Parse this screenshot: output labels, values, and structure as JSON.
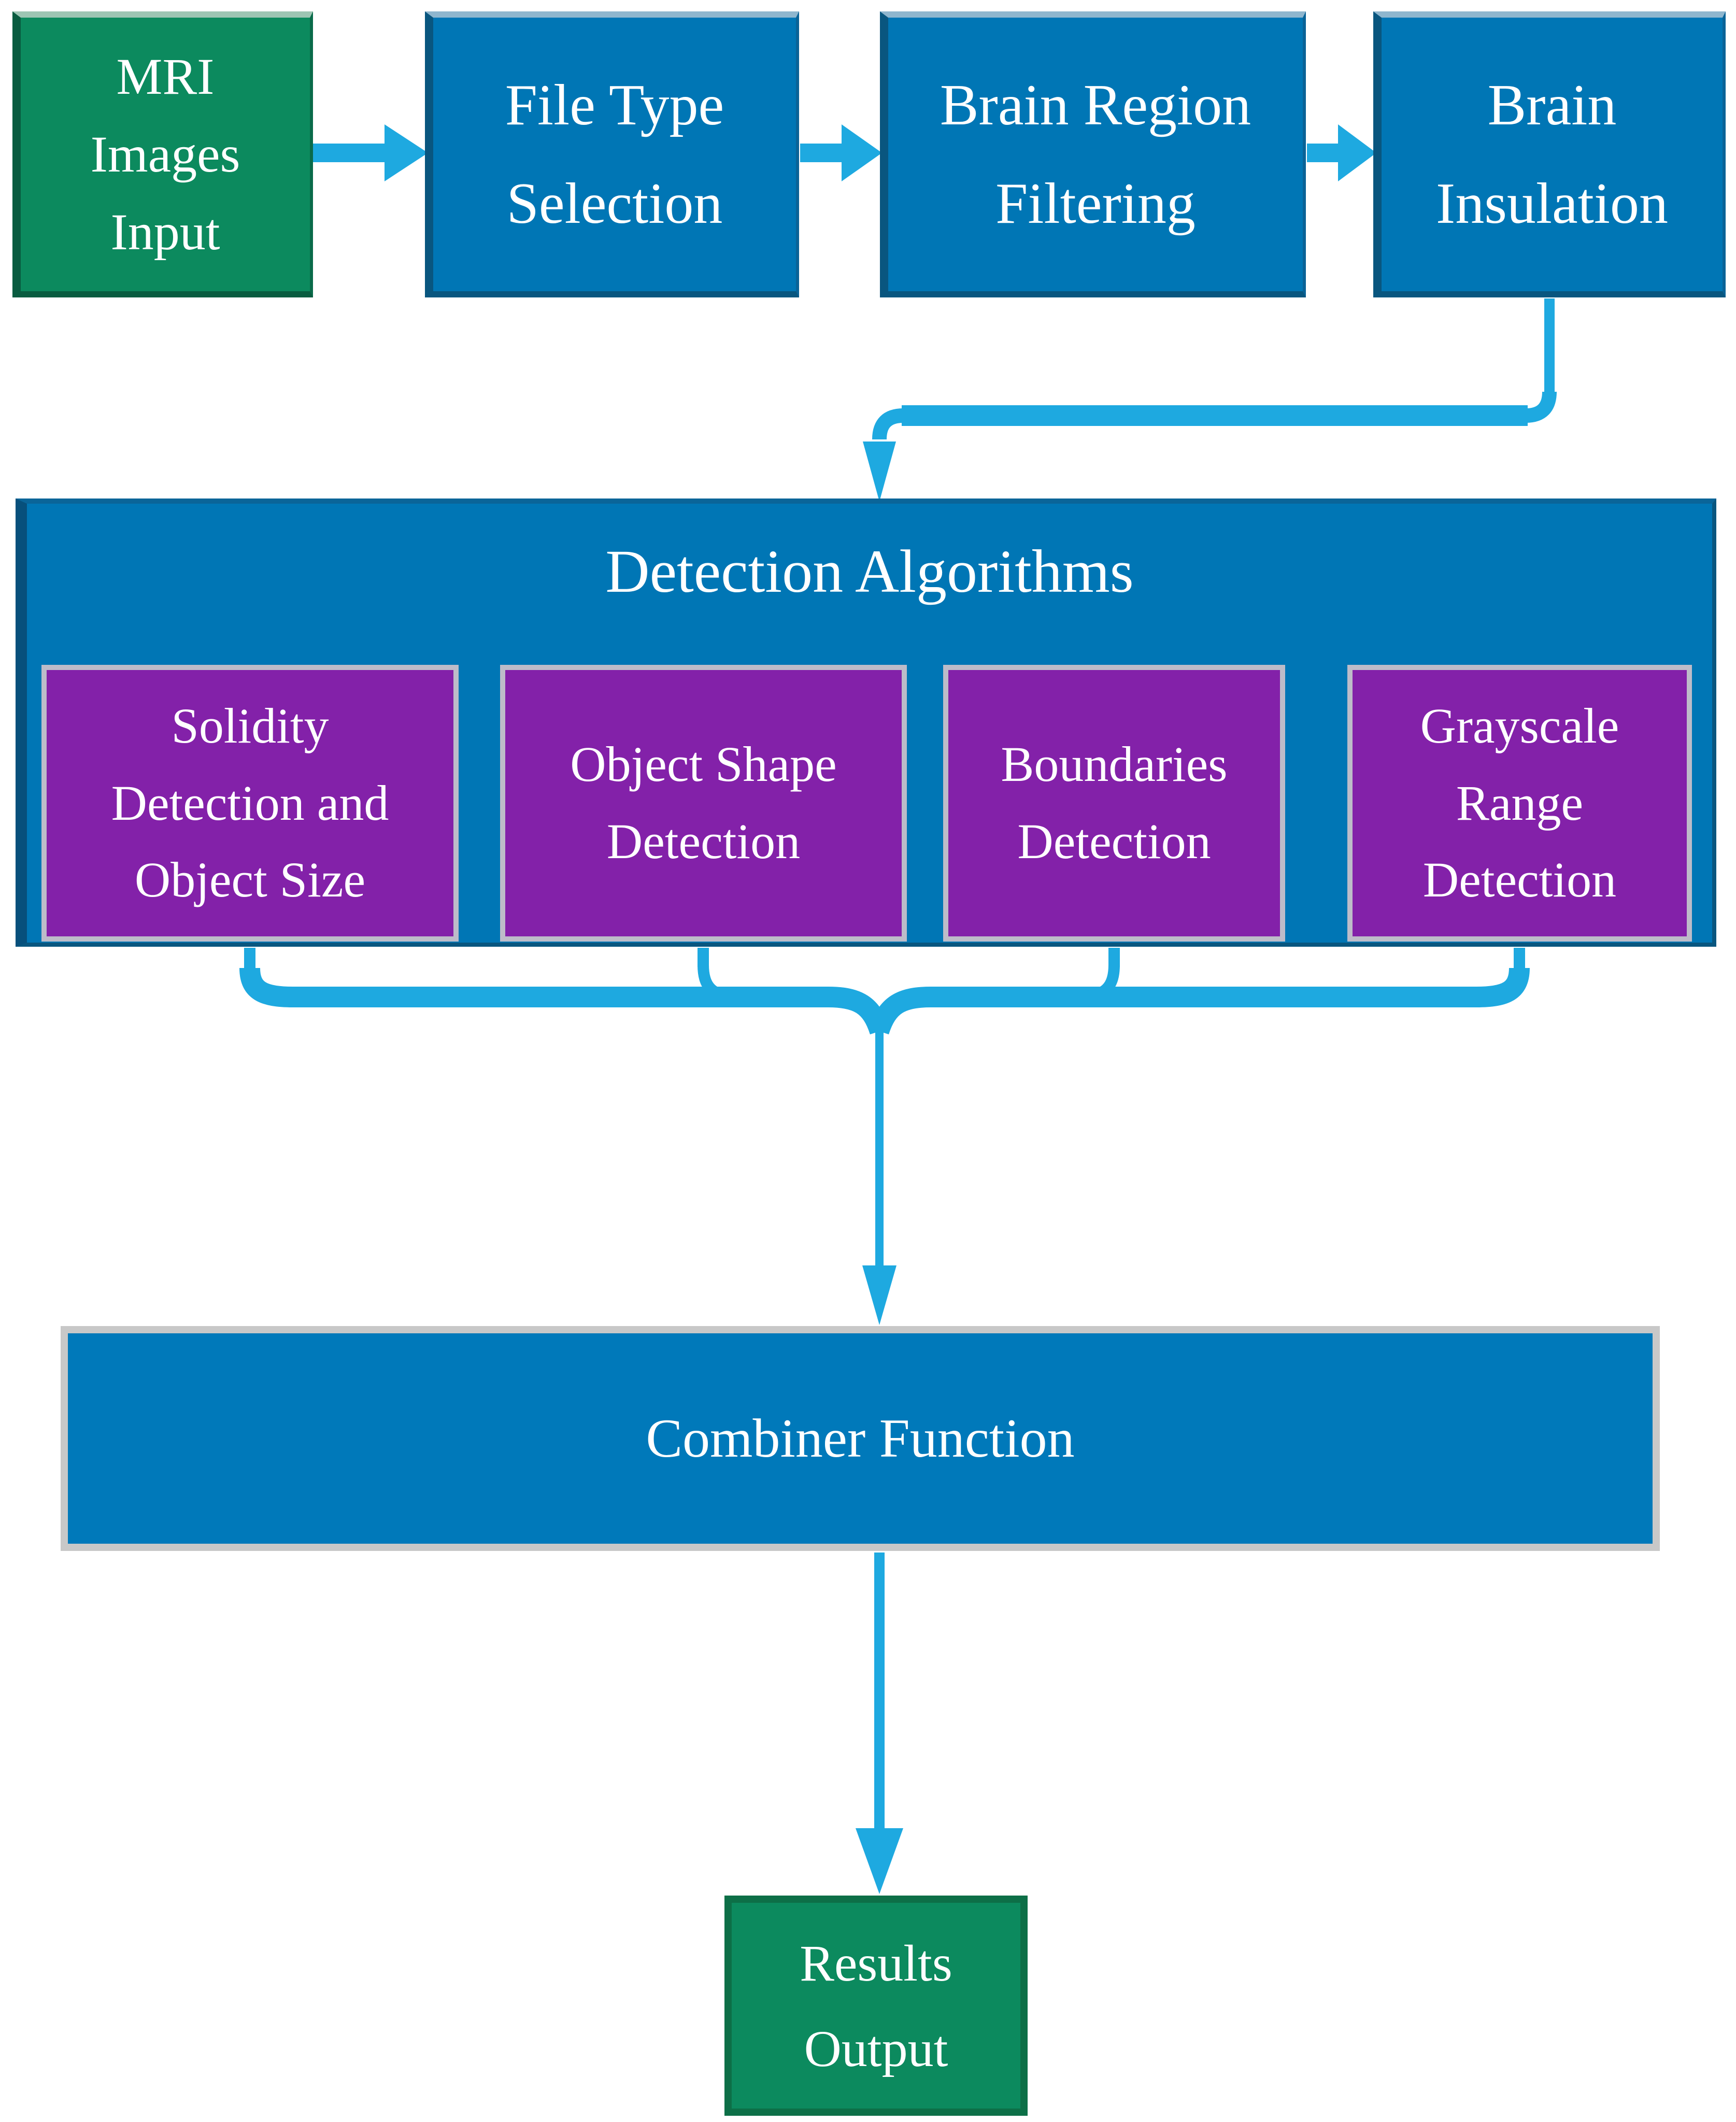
{
  "diagram": {
    "type": "flowchart",
    "background": "#ffffff",
    "colors": {
      "arrow": "#1ea9e0",
      "input_output_fill": "#0c8a5e",
      "process_fill": "#0076b5",
      "algorithm_fill": "#8321a9",
      "container_fill": "#0076b5",
      "text": "#ffffff",
      "algorithm_border": "#bdbcc9",
      "combiner_border": "#c8c8c8"
    },
    "nodes": {
      "mri_input": {
        "label": "MRI\nImages\nInput",
        "type": "input",
        "color": "green"
      },
      "file_type": {
        "label": "File Type\nSelection",
        "type": "process",
        "color": "blue"
      },
      "brain_region": {
        "label": "Brain Region\nFiltering",
        "type": "process",
        "color": "blue"
      },
      "brain_insulation": {
        "label": "Brain\nInsulation",
        "type": "process",
        "color": "blue"
      },
      "detection_container": {
        "label": "Detection Algorithms",
        "type": "container",
        "color": "blue"
      },
      "combiner": {
        "label": "Combiner Function",
        "type": "process",
        "color": "blue"
      },
      "results_output": {
        "label": "Results\nOutput",
        "type": "output",
        "color": "green"
      }
    },
    "algorithms": {
      "items": [
        {
          "label": "Solidity\nDetection and\nObject Size"
        },
        {
          "label": "Object Shape\nDetection"
        },
        {
          "label": "Boundaries\nDetection"
        },
        {
          "label": "Grayscale\nRange\nDetection"
        }
      ]
    },
    "edges": [
      {
        "from": "MRI Images Input",
        "to": "File Type Selection"
      },
      {
        "from": "File Type Selection",
        "to": "Brain Region Filtering"
      },
      {
        "from": "Brain Region Filtering",
        "to": "Brain Insulation"
      },
      {
        "from": "Brain Insulation",
        "to": "Detection Algorithms"
      },
      {
        "from": "Solidity Detection and Object Size",
        "to": "Combiner Function"
      },
      {
        "from": "Object Shape Detection",
        "to": "Combiner Function"
      },
      {
        "from": "Boundaries Detection",
        "to": "Combiner Function"
      },
      {
        "from": "Grayscale Range Detection",
        "to": "Combiner Function"
      },
      {
        "from": "Combiner Function",
        "to": "Results Output"
      }
    ]
  }
}
